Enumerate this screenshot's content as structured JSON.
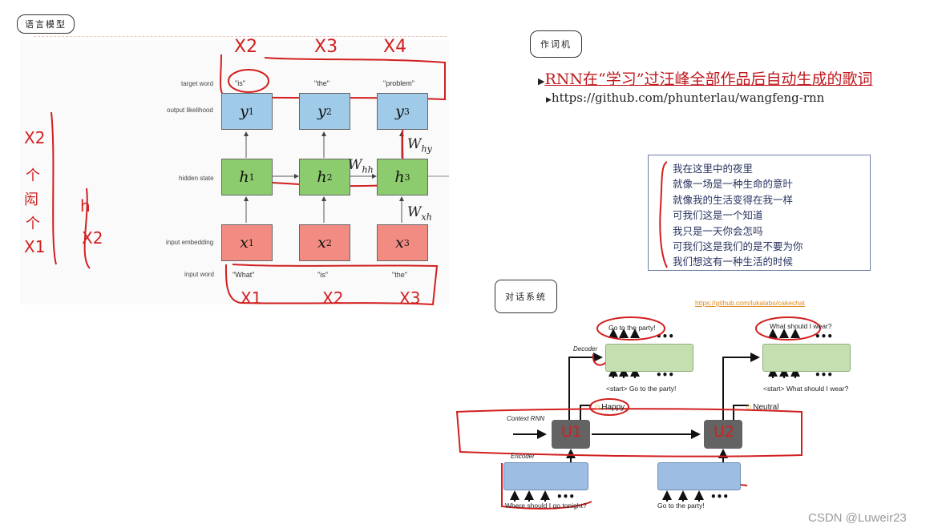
{
  "tags": {
    "lm": "语言模型",
    "lyric": "作词机",
    "dialog": "对话系统"
  },
  "rnn": {
    "row_labels": [
      "target word",
      "output likelihood",
      "hidden state",
      "input embedding",
      "input word"
    ],
    "target_words": [
      "\"is\"",
      "\"the\"",
      "\"problem\""
    ],
    "input_words": [
      "\"What\"",
      "\"is\"",
      "\"the\""
    ],
    "y": [
      "y",
      "y",
      "y"
    ],
    "y_sub": [
      "1",
      "2",
      "3"
    ],
    "h": [
      "h",
      "h",
      "h"
    ],
    "h_sub": [
      "1",
      "2",
      "3"
    ],
    "x": [
      "x",
      "x",
      "x"
    ],
    "x_sub": [
      "1",
      "2",
      "3"
    ],
    "w_hh": "W",
    "w_hh_sub": "hh",
    "w_hy": "W",
    "w_hy_sub": "hy",
    "w_xh": "W",
    "w_xh_sub": "xh"
  },
  "handwriting": {
    "top": [
      "X2",
      "X3",
      "X4"
    ],
    "bottom": [
      "X1",
      "X2",
      "X3"
    ],
    "left_col": [
      "X2",
      "个",
      "闳",
      "个",
      "X1"
    ],
    "left_col2": [
      "h",
      "X2"
    ]
  },
  "lyric_machine": {
    "line1": "RNN在“学习”过汪峰全部作品后自动生成的歌词",
    "line2": "https://github.com/phunterlau/wangfeng-rnn",
    "lyrics": [
      "我在这里中的夜里",
      "就像一场是一种生命的意旪",
      "就像我的生活变得在我一样",
      "可我们这是一个知道",
      "我只是一天你会怎吗",
      "可我们这是我们的是不要为你",
      "我们想这有一种生活的时候"
    ]
  },
  "dialog": {
    "link": "https://github.com/lukalabs/cakechat",
    "decoder": "Decoder",
    "context": "Context RNN",
    "encoder": "Encoder",
    "resp1": "Go to the party!",
    "resp2": "What should I wear?",
    "dec1_in": "<start> Go to the party!",
    "dec2_in": "<start> What should I wear?",
    "emo1": "Happy",
    "emo2": "Neutral",
    "enc1_in": "Where should I go tonight?",
    "enc2_in": "Go to the party!",
    "u1": "U1",
    "u2": "U2"
  },
  "watermark": "CSDN @Luweir23",
  "colors": {
    "red_ink": "#d21f1f",
    "blue_box": "#9fcbe8",
    "green_box": "#8dcc6e",
    "red_box": "#f28c82"
  }
}
